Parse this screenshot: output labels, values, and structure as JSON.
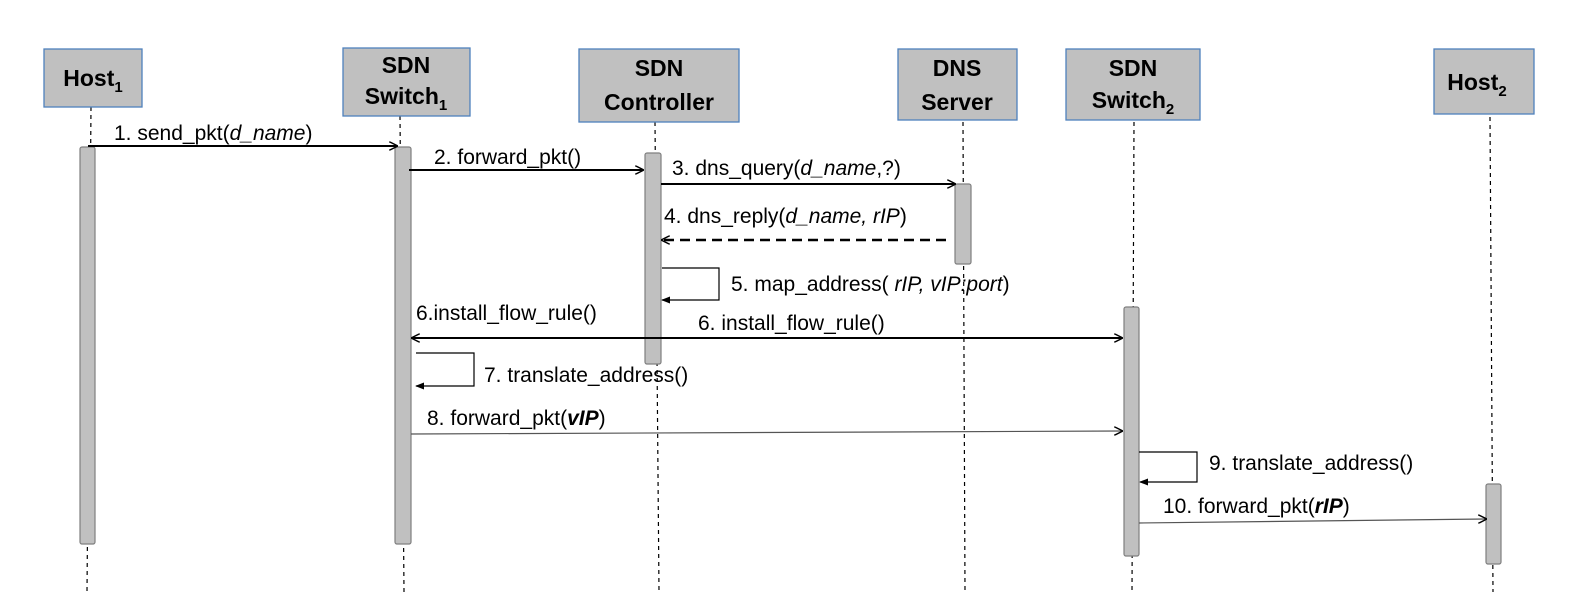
{
  "participants": [
    {
      "id": "host1",
      "name": "Host",
      "sub": "1"
    },
    {
      "id": "switch1",
      "line1": "SDN",
      "name": "Switch",
      "sub": "1"
    },
    {
      "id": "controller",
      "line1": "SDN",
      "name": "Controller"
    },
    {
      "id": "dns",
      "line1": "DNS",
      "name": "Server"
    },
    {
      "id": "switch2",
      "line1": "SDN",
      "name": "Switch",
      "sub": "2"
    },
    {
      "id": "host2",
      "name": "Host",
      "sub": "2"
    }
  ],
  "messages": [
    {
      "num": "1. ",
      "text": "send_pkt(",
      "arg": "d_name",
      "close": ")"
    },
    {
      "num": "2. ",
      "text": "forward_pkt()"
    },
    {
      "num": "3. ",
      "text": "dns_query(",
      "arg": "d_name",
      "close": ",?)"
    },
    {
      "num": "4. ",
      "text": "dns_reply(",
      "arg": "d_name, rIP",
      "close": ")"
    },
    {
      "num": "5. ",
      "text": "map_address( ",
      "arg": "rIP, vIP:port",
      "close": ")"
    },
    {
      "num": "6.",
      "text": "install_flow_rule()"
    },
    {
      "num": "6. ",
      "text": "install_flow_rule()"
    },
    {
      "num": "7. ",
      "text": "translate_address()"
    },
    {
      "num": "8. ",
      "text": "forward_pkt(",
      "arg": "vIP",
      "close": ")"
    },
    {
      "num": "9. ",
      "text": "translate_address()"
    },
    {
      "num": "10. ",
      "text": "forward_pkt(",
      "arg": "rIP",
      "close": ")"
    }
  ]
}
